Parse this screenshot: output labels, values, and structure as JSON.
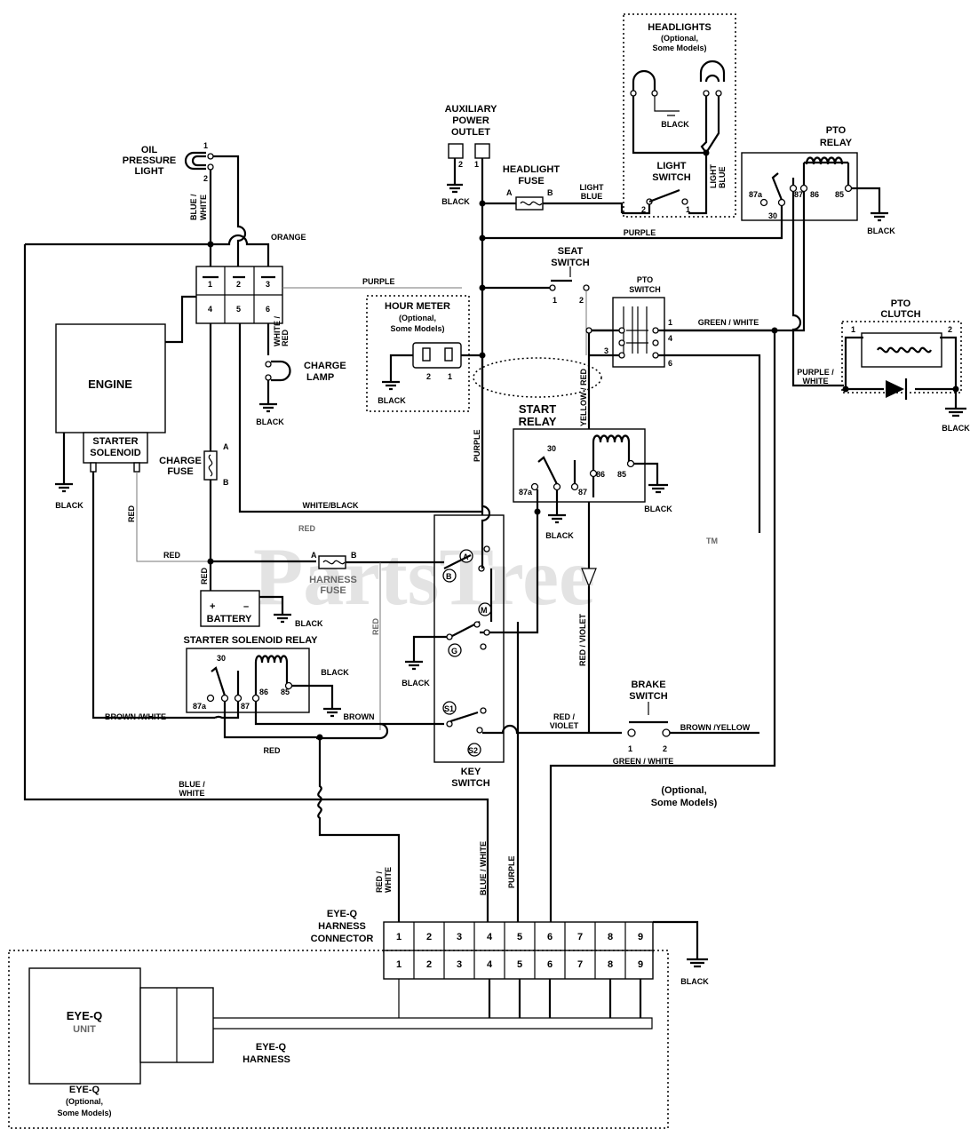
{
  "watermark": {
    "text": "PartsTree",
    "tm": "TM"
  },
  "components": {
    "headlights": {
      "title": "HEADLIGHTS",
      "note1": "(Optional,",
      "note2": "Some Models)",
      "ground": "BLACK"
    },
    "pto_relay": {
      "title1": "PTO",
      "title2": "RELAY",
      "pins": [
        "87a",
        "87",
        "86",
        "85",
        "30"
      ],
      "ground": "BLACK"
    },
    "aux_outlet": {
      "title1": "AUXILIARY",
      "title2": "POWER",
      "title3": "OUTLET",
      "pins": [
        "2",
        "1"
      ],
      "ground": "BLACK"
    },
    "headlight_fuse": {
      "title1": "HEADLIGHT",
      "title2": "FUSE",
      "pin_a": "A",
      "pin_b": "B"
    },
    "light_switch": {
      "title1": "LIGHT",
      "title2": "SWITCH",
      "pins": [
        "2",
        "1"
      ]
    },
    "oil_light": {
      "title1": "OIL",
      "title2": "PRESSURE",
      "title3": "LIGHT",
      "pins": [
        "1",
        "2"
      ]
    },
    "engine": {
      "title": "ENGINE",
      "solenoid1": "STARTER",
      "solenoid2": "SOLENOID",
      "ground": "BLACK"
    },
    "engine_connector": {
      "pins": [
        "1",
        "2",
        "3",
        "4",
        "5",
        "6"
      ]
    },
    "charge_lamp": {
      "title1": "CHARGE",
      "title2": "LAMP",
      "ground": "BLACK"
    },
    "charge_fuse": {
      "title1": "CHARGE",
      "title2": "FUSE",
      "pin_a": "A",
      "pin_b": "B"
    },
    "hour_meter": {
      "title": "HOUR METER",
      "note1": "(Optional,",
      "note2": "Some Models)",
      "pins": [
        "2",
        "1"
      ],
      "ground": "BLACK"
    },
    "seat_switch": {
      "title1": "SEAT",
      "title2": "SWITCH",
      "pins": [
        "1",
        "2"
      ]
    },
    "pto_switch": {
      "title1": "PTO",
      "title2": "SWITCH",
      "pins": [
        "1",
        "4",
        "3",
        "6"
      ]
    },
    "pto_clutch": {
      "title1": "PTO",
      "title2": "CLUTCH",
      "pins": [
        "1",
        "2"
      ],
      "ground": "BLACK"
    },
    "start_relay": {
      "title1": "START",
      "title2": "RELAY",
      "pins": [
        "30",
        "87a",
        "87",
        "86",
        "85"
      ],
      "ground_a": "BLACK",
      "ground_b": "BLACK"
    },
    "battery": {
      "title": "BATTERY",
      "plus": "+",
      "minus": "–",
      "ground": "BLACK"
    },
    "harness_fuse": {
      "title1": "HARNESS",
      "title2": "FUSE",
      "pin_a": "A",
      "pin_b": "B"
    },
    "key_switch": {
      "title1": "KEY",
      "title2": "SWITCH",
      "terminals": [
        "A",
        "B",
        "M",
        "G",
        "S1",
        "S2"
      ],
      "ground": "BLACK"
    },
    "starter_relay": {
      "title": "STARTER SOLENOID RELAY",
      "pins": [
        "30",
        "87a",
        "87",
        "86",
        "85"
      ],
      "ground": "BLACK"
    },
    "brake_switch": {
      "title1": "BRAKE",
      "title2": "SWITCH",
      "pins": [
        "1",
        "2"
      ]
    },
    "eyeq_connector": {
      "title1": "EYE-Q",
      "title2": "HARNESS",
      "title3": "CONNECTOR",
      "pins": [
        "1",
        "2",
        "3",
        "4",
        "5",
        "6",
        "7",
        "8",
        "9"
      ],
      "ground": "BLACK"
    },
    "eyeq_unit": {
      "title1": "EYE-Q",
      "title2": "UNIT",
      "harness1": "EYE-Q",
      "harness2": "HARNESS",
      "label1": "EYE-Q",
      "label2": "(Optional,",
      "label3": "Some Models)"
    },
    "optional_note": {
      "line1": "(Optional,",
      "line2": "Some Models)"
    }
  },
  "wires": {
    "black": "BLACK",
    "blue_white_1": "BLUE /",
    "blue_white_2": "WHITE",
    "orange": "ORANGE",
    "purple": "PURPLE",
    "light_blue_1": "LIGHT",
    "light_blue_2": "BLUE",
    "white_red_1": "WHITE /",
    "white_red_2": "RED",
    "green_white": "GREEN / WHITE",
    "purple_white_1": "PURPLE /",
    "purple_white_2": "WHITE",
    "yellow_red": "YELLOW / RED",
    "white_black": "WHITE/BLACK",
    "red": "RED",
    "red_violet": "RED / VIOLET",
    "red_violet_1": "RED /",
    "red_violet_2": "VIOLET",
    "brown_white": "BROWN /WHITE",
    "brown": "BROWN",
    "brown_yellow": "BROWN /YELLOW",
    "blue_white": "BLUE / WHITE",
    "red_white_1": "RED /",
    "red_white_2": "WHITE"
  }
}
